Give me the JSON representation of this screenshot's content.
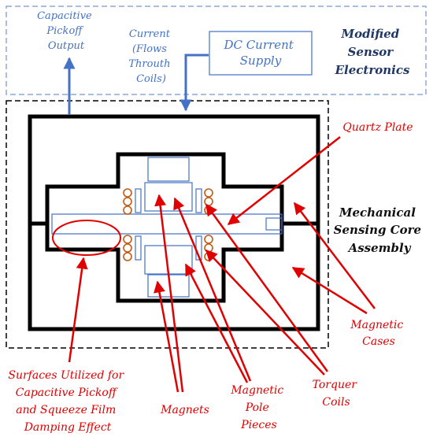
{
  "labels": {
    "capacitive_output": [
      "Capacitive",
      "Pickoff",
      "Output"
    ],
    "current": [
      "Current",
      "(Flows",
      "Throuth",
      "Coils)"
    ],
    "dc_supply": [
      "DC Current",
      "Supply"
    ],
    "modified_electronics": [
      "Modified",
      "Sensor",
      "Electronics"
    ],
    "quartz_plate": "Quartz Plate",
    "mechanical_core": [
      "Mechanical",
      "Sensing Core",
      "Assembly"
    ],
    "magnetic_cases": [
      "Magnetic",
      "Cases"
    ],
    "surfaces": [
      "Surfaces Utilized for",
      "Capacitive Pickoff",
      "and Squeeze Film",
      "Damping Effect"
    ],
    "magnets": "Magnets",
    "pole_pieces": [
      "Magnetic",
      "Pole",
      "Pieces"
    ],
    "torquer_coils": [
      "Torquer",
      "Coils"
    ]
  },
  "colors": {
    "electronics_box": "#8ea9db",
    "blue_text": "#4472c4",
    "navy_text": "#1f3864",
    "callout_red": "#e00000",
    "structure": "#000000",
    "component_outline": "#4472c4",
    "coil": "#c55a11"
  }
}
